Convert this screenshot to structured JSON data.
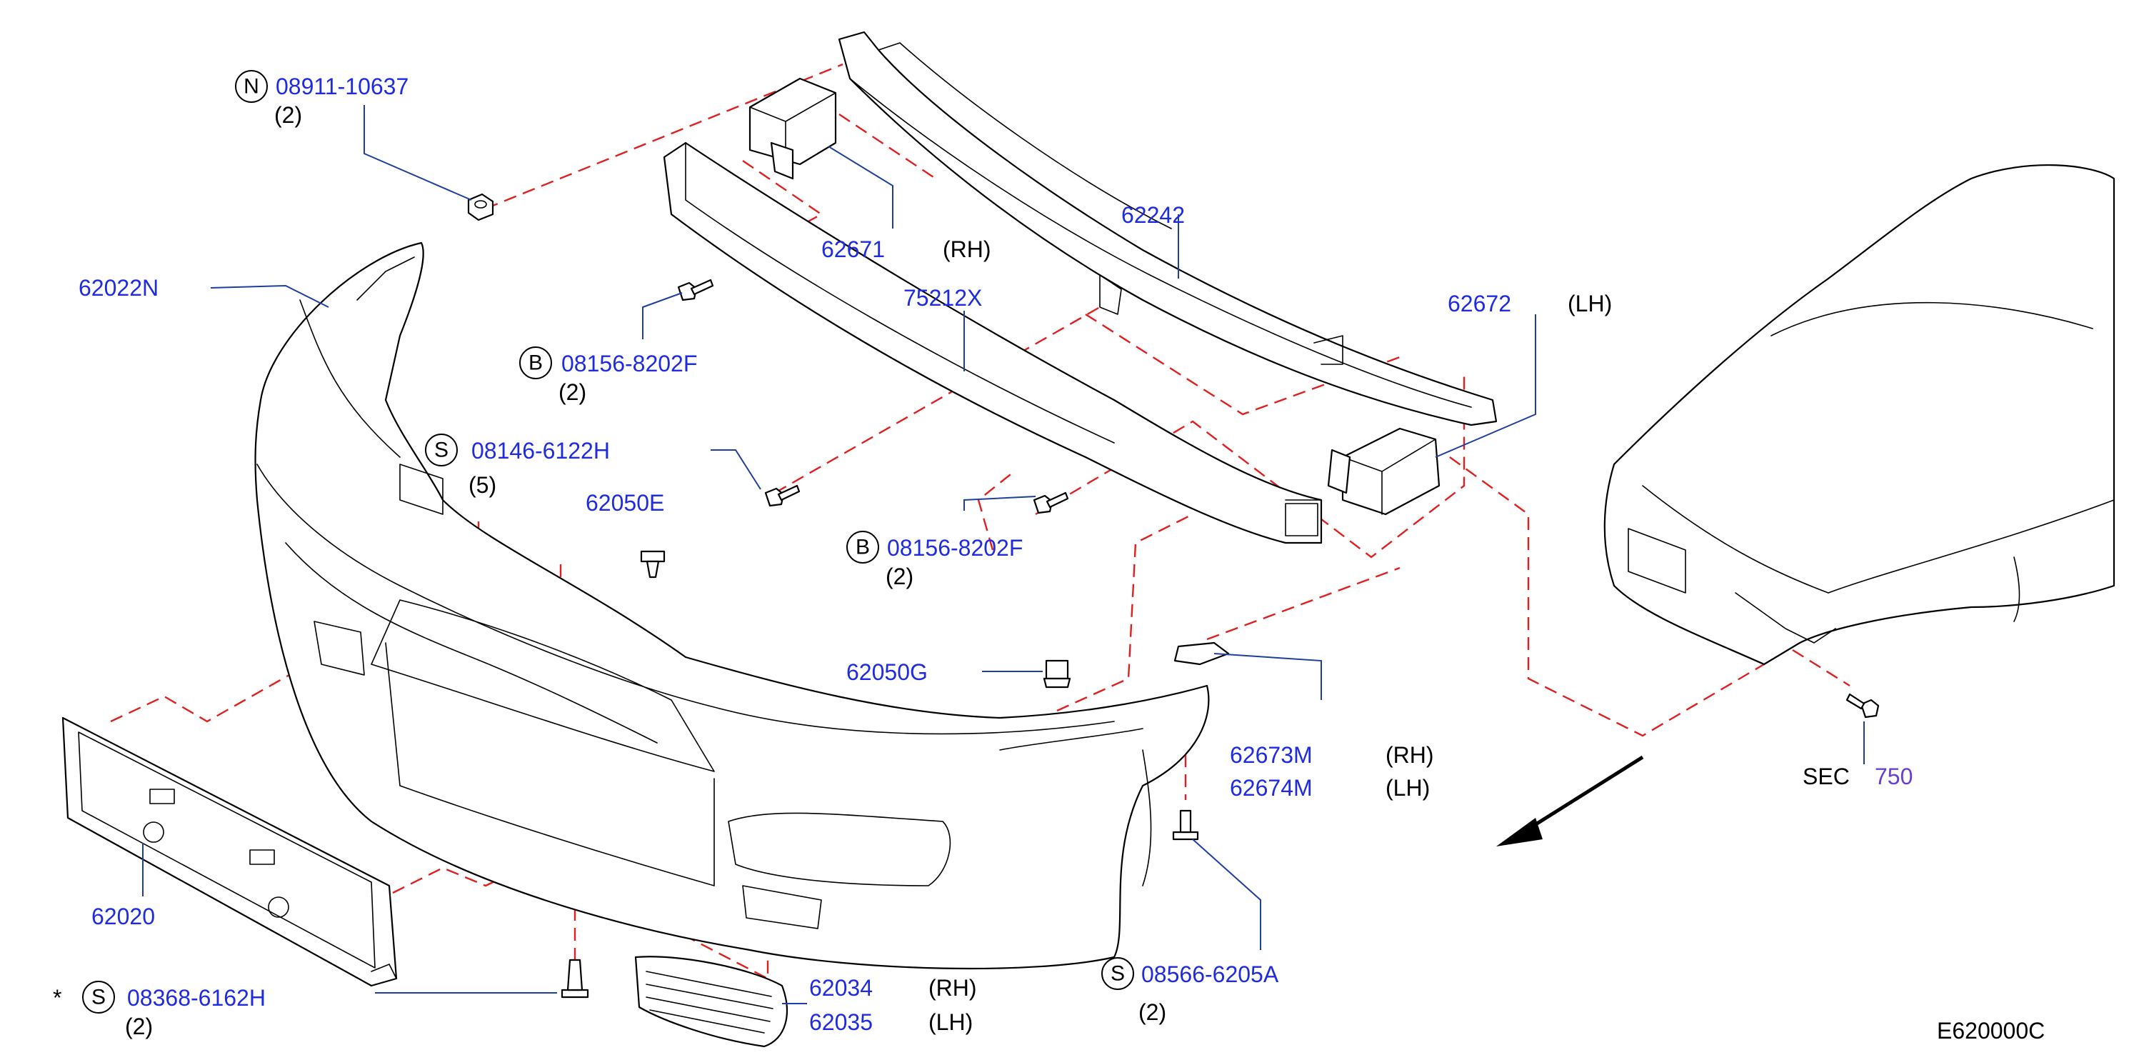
{
  "diagram_code": "E620000C",
  "colors": {
    "part_number": "#1f2be0",
    "section_ref": "#6a3fd0",
    "dashed_line": "#e02020",
    "leader": "#1f3fa0"
  },
  "labels": {
    "n_08911": {
      "symbol": "N",
      "part": "08911-10637",
      "qty": "(2)"
    },
    "p_62022N": {
      "part": "62022N"
    },
    "p_62671": {
      "part": "62671",
      "side": "(RH)"
    },
    "p_62242": {
      "part": "62242"
    },
    "p_75212X": {
      "part": "75212X"
    },
    "p_62672": {
      "part": "62672",
      "side": "(LH)"
    },
    "b_08156_a": {
      "symbol": "B",
      "part": "08156-8202F",
      "qty": "(2)"
    },
    "s_08146": {
      "symbol": "S",
      "part": "08146-6122H",
      "qty": "(5)"
    },
    "p_62050E": {
      "part": "62050E"
    },
    "b_08156_b": {
      "symbol": "B",
      "part": "08156-8202F",
      "qty": "(2)"
    },
    "p_62050G": {
      "part": "62050G"
    },
    "p_62673M": {
      "part": "62673M",
      "side": "(RH)"
    },
    "p_62674M": {
      "part": "62674M",
      "side": "(LH)"
    },
    "sec": {
      "prefix": "SEC",
      "ref": "750"
    },
    "p_62020": {
      "part": "62020"
    },
    "s_08368": {
      "mark": "*",
      "symbol": "S",
      "part": "08368-6162H",
      "qty": "(2)"
    },
    "p_62034": {
      "part": "62034",
      "side": "(RH)"
    },
    "p_62035": {
      "part": "62035",
      "side": "(LH)"
    },
    "s_08566": {
      "symbol": "S",
      "part": "08566-6205A",
      "qty": "(2)"
    }
  },
  "icons": [
    "nut-icon",
    "bolt-icon",
    "clip-icon",
    "screw-icon",
    "front-direction-arrow-icon"
  ]
}
